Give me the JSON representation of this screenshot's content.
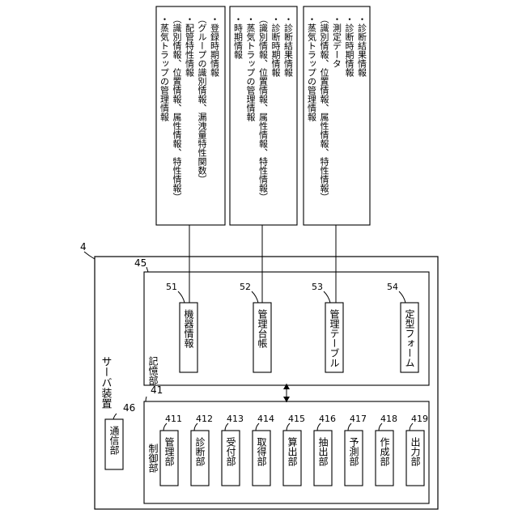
{
  "device": {
    "ref": "4",
    "label": "サーバ装置"
  },
  "comm": {
    "ref": "46",
    "label": "通信部"
  },
  "control": {
    "ref": "41",
    "label": "制御部",
    "units": [
      {
        "ref": "411",
        "label": "管理部"
      },
      {
        "ref": "412",
        "label": "診断部"
      },
      {
        "ref": "413",
        "label": "受付部"
      },
      {
        "ref": "414",
        "label": "取得部"
      },
      {
        "ref": "415",
        "label": "算出部"
      },
      {
        "ref": "416",
        "label": "抽出部"
      },
      {
        "ref": "417",
        "label": "予測部"
      },
      {
        "ref": "418",
        "label": "作成部"
      },
      {
        "ref": "419",
        "label": "出力部"
      }
    ]
  },
  "storage": {
    "ref": "45",
    "label": "記憶部",
    "items": [
      {
        "ref": "51",
        "label": "機器情報"
      },
      {
        "ref": "52",
        "label": "管理台帳"
      },
      {
        "ref": "53",
        "label": "管理テーブル"
      },
      {
        "ref": "54",
        "label": "定型フォーム"
      }
    ]
  },
  "notes": [
    {
      "lines": [
        "・蒸気トラップの管理情報",
        "（識別情報、位置情報、属性情報、特性情報）",
        "・配管特性情報",
        "（グループの識別情報、漏洩量特性関数）",
        "・登録時期情報"
      ]
    },
    {
      "lines": [
        "・時期情報",
        "・蒸気トラップの管理情報",
        "（識別情報、位置情報、属性情報、特性情報）",
        "・診断時期情報",
        "・診断結果情報"
      ]
    },
    {
      "lines": [
        "・蒸気トラップの管理情報",
        "（識別情報、位置情報、属性情報、特性情報）",
        "・測定データ",
        "・診断時期情報",
        "・診断結果情報"
      ]
    }
  ]
}
